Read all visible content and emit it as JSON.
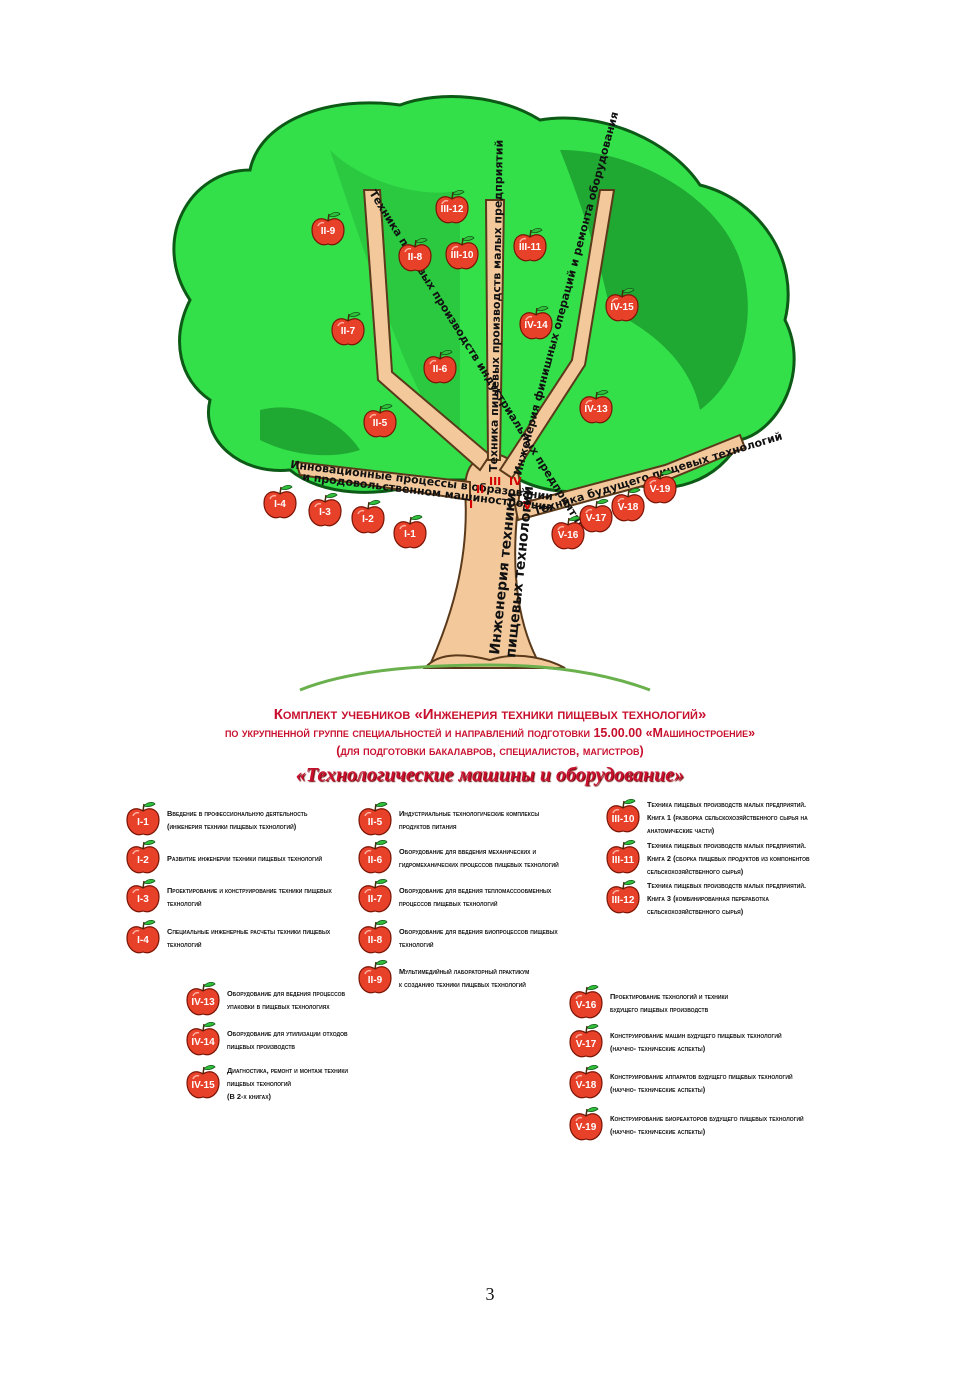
{
  "tree": {
    "trunk_line1": "Инженерия техники",
    "trunk_line2": "пищевых технологий",
    "branches": {
      "I_line1": "Инновационные процессы в образовании",
      "I_line2": "и продовольственном машиностроении",
      "II": "Техника пищевых производств индустриальных предприятий",
      "III": "Техника пищевых производств малых предприятий",
      "IV": "Инженерия финишных операций и ремонта оборудования",
      "V": "Техника будущего пищевых технологий"
    },
    "romans": {
      "I": "I",
      "II": "II",
      "III": "III",
      "IV": "IV",
      "V": "V"
    },
    "apples": [
      {
        "code": "I-1"
      },
      {
        "code": "I-2"
      },
      {
        "code": "I-3"
      },
      {
        "code": "I-4"
      },
      {
        "code": "II-5"
      },
      {
        "code": "II-6"
      },
      {
        "code": "II-7"
      },
      {
        "code": "II-8"
      },
      {
        "code": "II-9"
      },
      {
        "code": "III-10"
      },
      {
        "code": "III-11"
      },
      {
        "code": "III-12"
      },
      {
        "code": "IV-13"
      },
      {
        "code": "IV-14"
      },
      {
        "code": "IV-15"
      },
      {
        "code": "V-16"
      },
      {
        "code": "V-17"
      },
      {
        "code": "V-18"
      },
      {
        "code": "V-19"
      }
    ]
  },
  "heading": {
    "line1": "Комплект учебников «Инженерия техники пищевых технологий»",
    "line2": "по укрупненной группе специальностей и направлений подготовки 15.00.00 «Машиностроение»",
    "line3": "(для подготовки бакалавров, специалистов, магистров)",
    "subtitle": "«Технологические машины и оборудование»"
  },
  "legend": [
    {
      "code": "I-1",
      "line1": "Введение в профессиональную деятельность",
      "line2": "(инженерия техники пищевых технологий)"
    },
    {
      "code": "I-2",
      "line1": "Развитие инженерии техники пищевых технологий",
      "line2": ""
    },
    {
      "code": "I-3",
      "line1": "Проектирование и конструирование техники пищевых",
      "line2": "технологий"
    },
    {
      "code": "I-4",
      "line1": "Специальные инженерные расчеты техники пищевых",
      "line2": "технологий"
    },
    {
      "code": "II-5",
      "line1": "Индустриальные технологические комплексы",
      "line2": "продуктов питания"
    },
    {
      "code": "II-6",
      "line1": "Оборудование для введения механических и",
      "line2": "гидромеханических процессов пищевых технологий"
    },
    {
      "code": "II-7",
      "line1": "Оборудование для ведения тепломассообменных",
      "line2": "процессов пищевых технологий"
    },
    {
      "code": "II-8",
      "line1": "Оборудование для ведения биопроцессов пищевых",
      "line2": "технологий"
    },
    {
      "code": "II-9",
      "line1": "Мультимедийный лабораторный практикум",
      "line2": "к созданию техники пищевых технологий"
    },
    {
      "code": "III-10",
      "line1": "Техника пищевых производств малых предприятий.",
      "line2": "Книга 1 (разборка сельскохозяйственного сырья на",
      "line3": "анатомические части)"
    },
    {
      "code": "III-11",
      "line1": "Техника пищевых производств малых предприятий.",
      "line2": "Книга 2 (сборка пищевых продуктов из компонентов",
      "line3": "сельскохозяйственного сырья)"
    },
    {
      "code": "III-12",
      "line1": "Техника пищевых производств малых предприятий.",
      "line2": "Книга 3 (комбинированная переработка",
      "line3": "сельскохозяйственного сырья)"
    },
    {
      "code": "IV-13",
      "line1": "Оборудование для ведения процессов",
      "line2": "упаковки в пищевых технологиях"
    },
    {
      "code": "IV-14",
      "line1": "Оборудование для утилизации отходов",
      "line2": "пищевых производств"
    },
    {
      "code": "IV-15",
      "line1": "Диагностика, ремонт и монтаж техники",
      "line2": "пищевых технологий",
      "line3": "(В 2-х книгах)"
    },
    {
      "code": "V-16",
      "line1": "Проектирование технологий и техники",
      "line2": "будущего пищевых производств"
    },
    {
      "code": "V-17",
      "line1": "Конструирование машин будущего пищевых технологий",
      "line2": "(научно- технические аспекты)"
    },
    {
      "code": "V-18",
      "line1": "Конструирование аппаратов будущего пищевых технологий",
      "line2": "(научно- технические аспекты)"
    },
    {
      "code": "V-19",
      "line1": "Конструирование биореакторов будущего пищевых технологий",
      "line2": "(научно- технические аспекты)"
    }
  ],
  "page_number": "3",
  "colors": {
    "canopy": "#33e04a",
    "canopy_dark": "#1fa832",
    "trunk": "#f3c99c",
    "apple": "#e8412a",
    "title": "#c8102e"
  }
}
